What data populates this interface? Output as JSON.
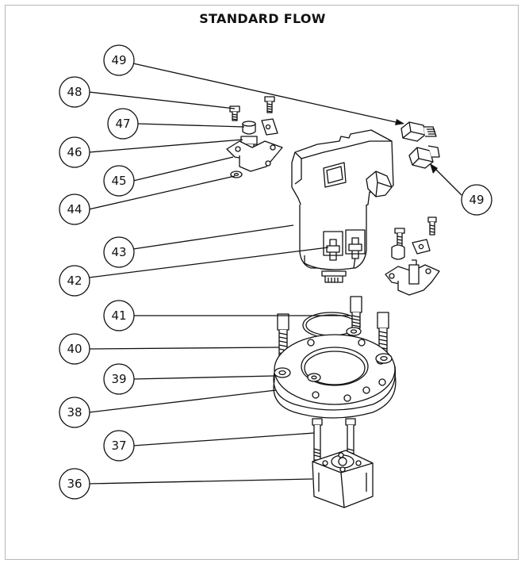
{
  "title": "STANDARD FLOW",
  "callouts": [
    {
      "label": "49",
      "part": "fitting-upper"
    },
    {
      "label": "48",
      "part": "screw-small"
    },
    {
      "label": "47",
      "part": "nut-cap"
    },
    {
      "label": "46",
      "part": "spacer"
    },
    {
      "label": "45",
      "part": "bracket"
    },
    {
      "label": "44",
      "part": "washer-small"
    },
    {
      "label": "49",
      "part": "fitting-lower"
    },
    {
      "label": "43",
      "part": "motor-housing"
    },
    {
      "label": "42",
      "part": "terminal-studs"
    },
    {
      "label": "41",
      "part": "o-ring"
    },
    {
      "label": "40",
      "part": "cap-screw"
    },
    {
      "label": "39",
      "part": "flat-washer"
    },
    {
      "label": "38",
      "part": "mounting-flange"
    },
    {
      "label": "37",
      "part": "long-bolt"
    },
    {
      "label": "36",
      "part": "adapter-block"
    }
  ],
  "colors": {
    "line": "#111111",
    "fill": "#ffffff",
    "frame": "#b8b8b8"
  }
}
